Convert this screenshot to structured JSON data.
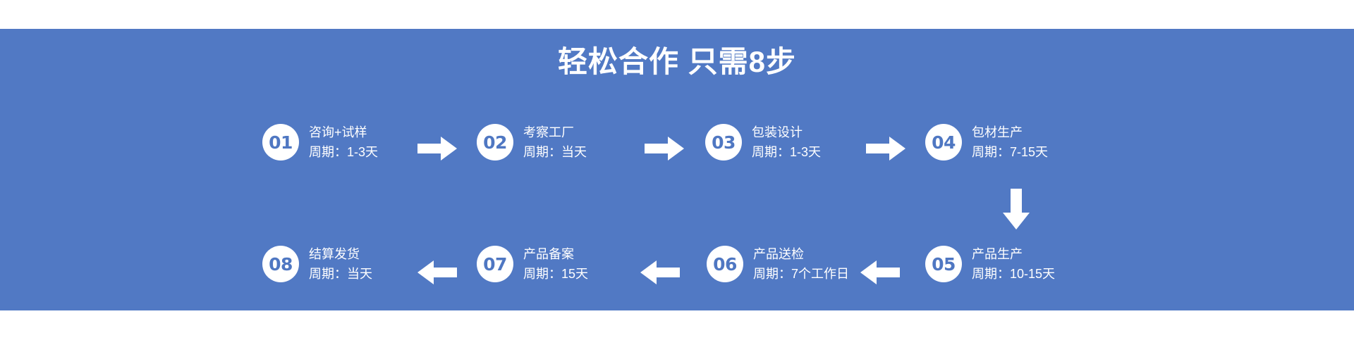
{
  "page": {
    "title": "轻松合作 只需8步",
    "band_color": "#5179c4",
    "accent_color": "#4f77c2",
    "text_color": "#ffffff",
    "background_color": "#ffffff"
  },
  "steps": [
    {
      "number": "01",
      "name": "咨询+试样",
      "cycle": "周期：1-3天"
    },
    {
      "number": "02",
      "name": "考察工厂",
      "cycle": "周期：当天"
    },
    {
      "number": "03",
      "name": "包装设计",
      "cycle": "周期：1-3天"
    },
    {
      "number": "04",
      "name": "包材生产",
      "cycle": "周期：7-15天"
    },
    {
      "number": "05",
      "name": "产品生产",
      "cycle": "周期：10-15天"
    },
    {
      "number": "06",
      "name": "产品送检",
      "cycle": "周期：7个工作日"
    },
    {
      "number": "07",
      "name": "产品备案",
      "cycle": "周期：15天"
    },
    {
      "number": "08",
      "name": "结算发货",
      "cycle": "周期：当天"
    }
  ],
  "arrows": [
    {
      "name": "arrow-step1-to-step2",
      "direction": "right"
    },
    {
      "name": "arrow-step2-to-step3",
      "direction": "right"
    },
    {
      "name": "arrow-step3-to-step4",
      "direction": "right"
    },
    {
      "name": "arrow-step4-to-step5",
      "direction": "down"
    },
    {
      "name": "arrow-step5-to-step6",
      "direction": "left"
    },
    {
      "name": "arrow-step6-to-step7",
      "direction": "left"
    },
    {
      "name": "arrow-step7-to-step8",
      "direction": "left"
    }
  ]
}
